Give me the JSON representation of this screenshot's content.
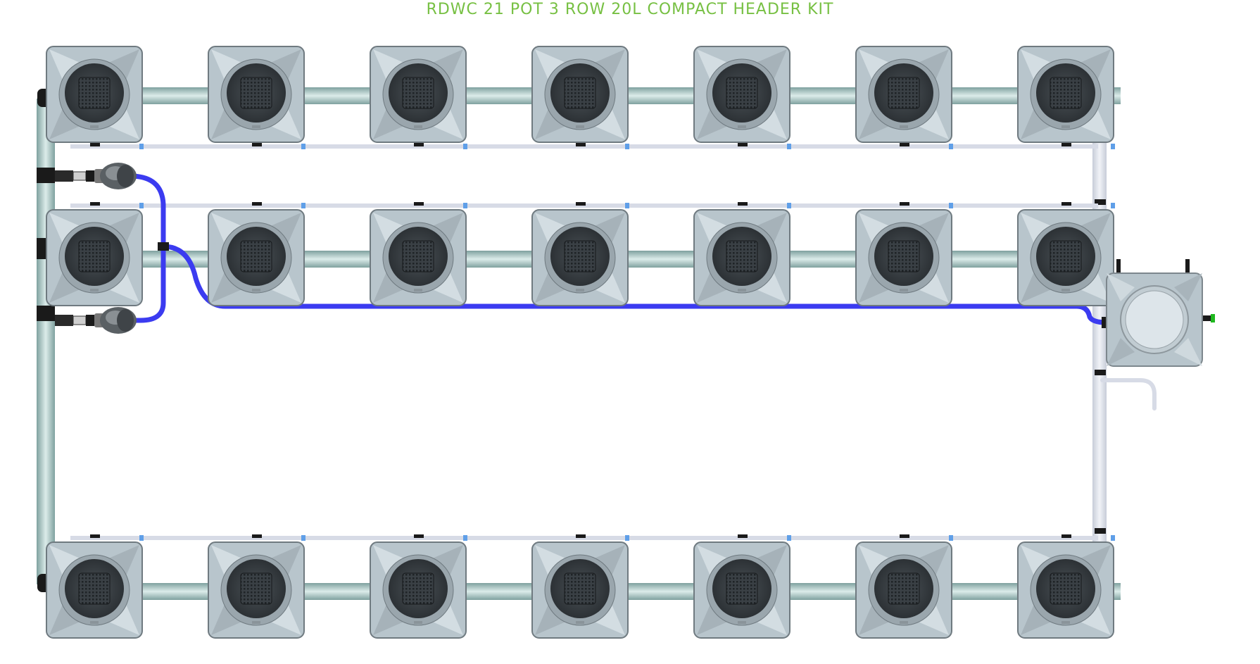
{
  "title": "RDWC 21 POT 3 ROW 20L COMPACT HEADER KIT",
  "layout": {
    "rows": 3,
    "pots_per_row": 7,
    "header_tanks": 1,
    "pumps": 2
  },
  "colors": {
    "title": "#77c043",
    "pipe": "#9fbfbd",
    "pot_body": "#b8c5cc",
    "pot_lid": "#3f464b",
    "hose": "#3b3bf0",
    "return_tube": "#d7dbe6",
    "connector": "#1a1a1a",
    "fitting_accent": "#5f9fe8"
  },
  "icons": {
    "pot": "pot-icon",
    "header_tank": "header-tank-icon",
    "pump": "pump-icon"
  }
}
